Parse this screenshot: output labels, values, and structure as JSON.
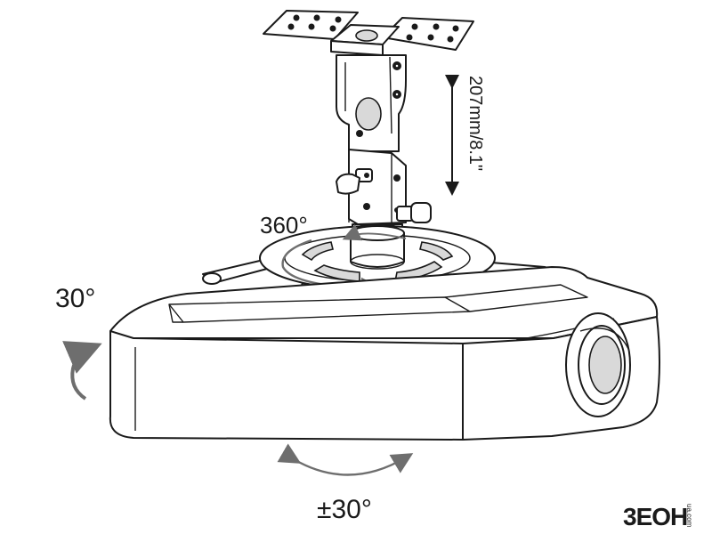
{
  "labels": {
    "rotation": "360°",
    "height_adjust": "207mm/8.1\"",
    "tilt_vertical": "30°",
    "swivel": "±30°"
  },
  "logo": {
    "text": "3EOH",
    "subtext": "ua.com"
  },
  "colors": {
    "line": "#1a1a1a",
    "accent_arrow": "#6e6e6e",
    "background": "#ffffff"
  }
}
